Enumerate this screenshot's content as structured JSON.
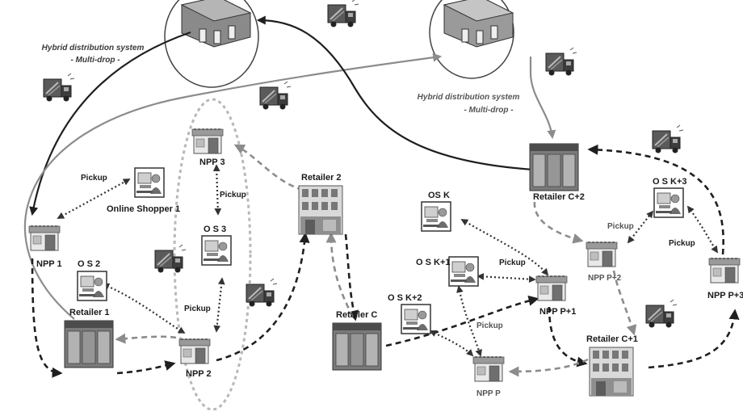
{
  "labels": {
    "hybrid_left_1": "Hybrid distribution system",
    "hybrid_left_2": "- Multi-drop -",
    "hybrid_right_1": "Hybrid distribution system",
    "hybrid_right_2": "- Multi-drop -",
    "npp1": "NPP 1",
    "npp2": "NPP 2",
    "npp3": "NPP 3",
    "npp_p": "NPP  P",
    "npp_p1": "NPP  P+1",
    "npp_p2": "NPP  P+2",
    "npp_p3": "NPP  P+3",
    "retailer1": "Retailer  1",
    "retailer2": "Retailer  2",
    "retailer_c": "Retailer  C",
    "retailer_c1": "Retailer  C+1",
    "retailer_c2": "Retailer  C+2",
    "online_shopper1": "Online Shopper 1",
    "os2": "O S   2",
    "os3": "O S   3",
    "osk": "OS   K",
    "osk1": "O S   K+1",
    "osk2": "O S   K+2",
    "osk3": "O S   K+3",
    "pickup": "Pickup"
  },
  "colors": {
    "dark_arrow": "#1f1f1f",
    "gray_arrow": "#8c8c8c",
    "dotted_arrow": "#333333",
    "ellipse": "#b8b8b8"
  },
  "icons": [
    "warehouse-icon",
    "truck-icon",
    "shop-icon",
    "store-front-icon",
    "online-shopper-icon"
  ]
}
